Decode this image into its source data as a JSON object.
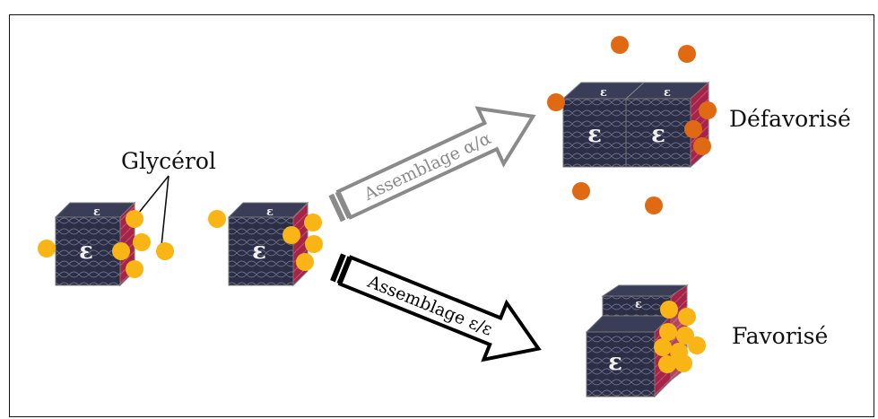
{
  "labels": {
    "glycerol": "Glycérol",
    "defavorise": "Défavorisé",
    "favorise": "Favorisé"
  },
  "arrows": {
    "alpha": "Assemblage α/α",
    "epsilon": "Assemblage ε/ε"
  },
  "symbols": {
    "epsilon": "ε"
  },
  "colors": {
    "cube_dark": "#2b2e45",
    "cube_side": "#a52448",
    "glycerol_yellow": "#f9b516",
    "glycerol_orange": "#e06a13",
    "arrow_gray": "#8a8a8a",
    "arrow_black": "#000000"
  }
}
